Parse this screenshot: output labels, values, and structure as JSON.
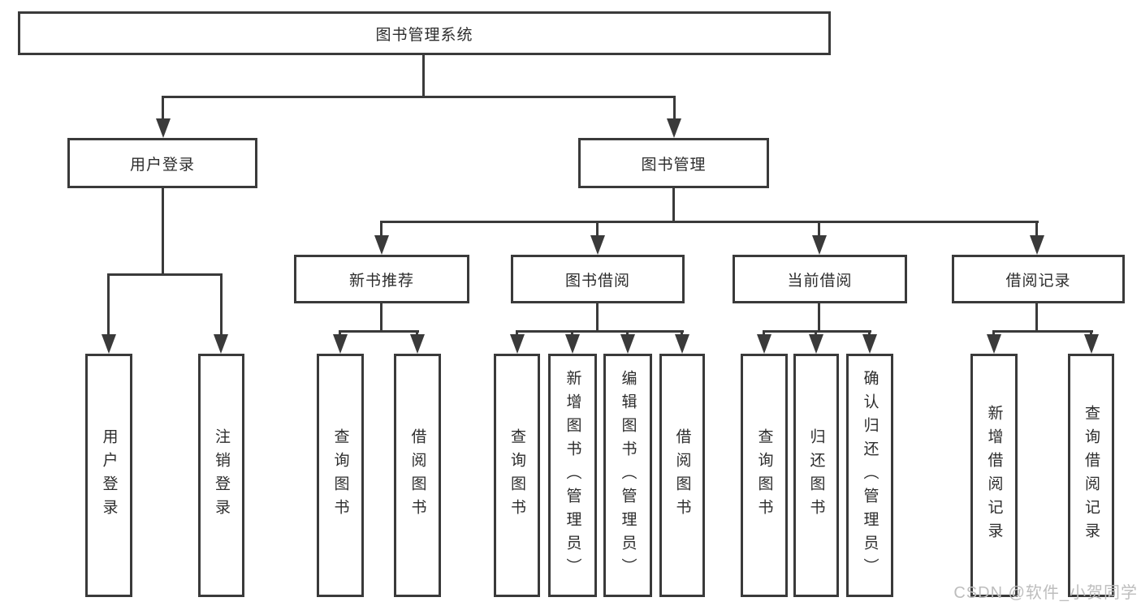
{
  "diagram": {
    "type": "hierarchy-tree",
    "colors": {
      "line": "#3a3a3a",
      "text": "#2d2d2d",
      "watermark_text": "#bdbdbd",
      "background": "#ffffff"
    },
    "root": {
      "label": "图书管理系统"
    },
    "level2": [
      {
        "label": "用户登录"
      },
      {
        "label": "图书管理"
      }
    ],
    "level3": [
      {
        "label": "新书推荐",
        "parent": "图书管理"
      },
      {
        "label": "图书借阅",
        "parent": "图书管理"
      },
      {
        "label": "当前借阅",
        "parent": "图书管理"
      },
      {
        "label": "借阅记录",
        "parent": "图书管理"
      }
    ],
    "leaves": [
      {
        "label": "用户登录",
        "parent": "用户登录"
      },
      {
        "label": "注销登录",
        "parent": "用户登录"
      },
      {
        "label": "查询图书",
        "parent": "新书推荐"
      },
      {
        "label": "借阅图书",
        "parent": "新书推荐"
      },
      {
        "label": "查询图书",
        "parent": "图书借阅"
      },
      {
        "label": "新增图书（管理员）",
        "parent": "图书借阅"
      },
      {
        "label": "编辑图书（管理员）",
        "parent": "图书借阅"
      },
      {
        "label": "借阅图书",
        "parent": "图书借阅"
      },
      {
        "label": "查询图书",
        "parent": "当前借阅"
      },
      {
        "label": "归还图书",
        "parent": "当前借阅"
      },
      {
        "label": "确认归还（管理员）",
        "parent": "当前借阅"
      },
      {
        "label": "新增借阅记录",
        "parent": "借阅记录"
      },
      {
        "label": "查询借阅记录",
        "parent": "借阅记录"
      }
    ],
    "watermark": {
      "text": "CSDN @软件_小贺同学"
    }
  }
}
